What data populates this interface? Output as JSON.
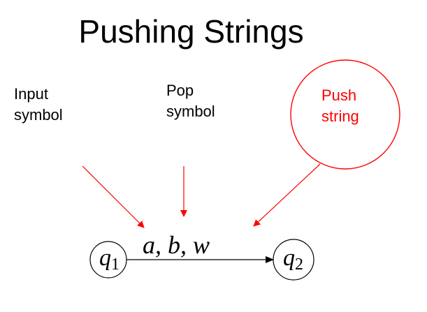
{
  "title": "Pushing Strings",
  "labels": {
    "input_line1": "Input",
    "input_line2": "symbol",
    "pop_line1": "Pop",
    "pop_line2": "symbol",
    "push_line1": "Push",
    "push_line2": "string"
  },
  "transition": {
    "label": "a, b, w"
  },
  "states": {
    "q1_name": "q",
    "q1_sub": "1",
    "q2_name": "q",
    "q2_sub": "2"
  },
  "colors": {
    "annotation": "#ff0000",
    "line": "#000000"
  }
}
